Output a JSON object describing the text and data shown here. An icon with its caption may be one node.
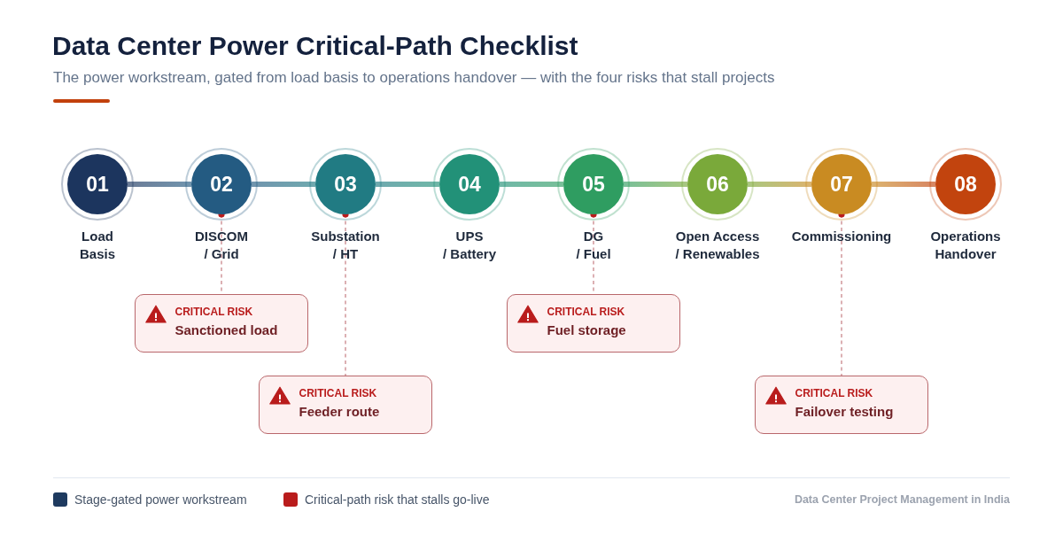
{
  "diagram": {
    "title": "Data Center Power Critical-Path Checklist",
    "nodes": [
      {
        "text": [
          "01",
          "Load Basis"
        ]
      },
      {
        "text": [
          "02",
          "DISCOM / Grid"
        ]
      },
      {
        "text": [
          "03",
          "Substation / HT"
        ]
      },
      {
        "text": [
          "04",
          "UPS / Battery"
        ]
      },
      {
        "text": [
          "05",
          "DG / Fuel"
        ]
      },
      {
        "text": [
          "06",
          "Open Access / Renewables"
        ]
      },
      {
        "text": [
          "07",
          "Commissioning"
        ]
      },
      {
        "text": [
          "08",
          "Operations Handover"
        ]
      },
      {
        "text": [
          "CRITICAL RISK",
          "Sanctioned load"
        ]
      },
      {
        "text": [
          "CRITICAL RISK",
          "Feeder route"
        ]
      },
      {
        "text": [
          "CRITICAL RISK",
          "Fuel storage"
        ]
      },
      {
        "text": [
          "CRITICAL RISK",
          "Failover testing"
        ]
      }
    ],
    "edges": [
      {
        "from": 0,
        "to": 1,
        "arrow": "none"
      },
      {
        "from": 1,
        "to": 2,
        "arrow": "none"
      },
      {
        "from": 2,
        "to": 3,
        "arrow": "none"
      },
      {
        "from": 3,
        "to": 4,
        "arrow": "none"
      },
      {
        "from": 4,
        "to": 5,
        "arrow": "none"
      },
      {
        "from": 5,
        "to": 6,
        "arrow": "none"
      },
      {
        "from": 6,
        "to": 7,
        "arrow": "none"
      },
      {
        "from": 1,
        "to": 8,
        "arrow": "other",
        "style": "dashed",
        "color": "#d49da1"
      },
      {
        "from": 2,
        "to": 9,
        "arrow": "other",
        "style": "dashed",
        "color": "#d49da1"
      },
      {
        "from": 4,
        "to": 10,
        "arrow": "other",
        "style": "dashed",
        "color": "#d49da1"
      },
      {
        "from": 6,
        "to": 11,
        "arrow": "other",
        "style": "dashed",
        "color": "#d49da1"
      }
    ],
    "labels": [
      "The power workstream, gated from load basis to operations handover — with the four risks that stall projects",
      "Data Center Project Management in India"
    ],
    "legend": [
      {
        "text": "Stage-gated power workstream",
        "color": "#1e3a5f"
      },
      {
        "text": "Critical-path risk that stalls go-live",
        "color": "#b91c1c"
      }
    ]
  }
}
